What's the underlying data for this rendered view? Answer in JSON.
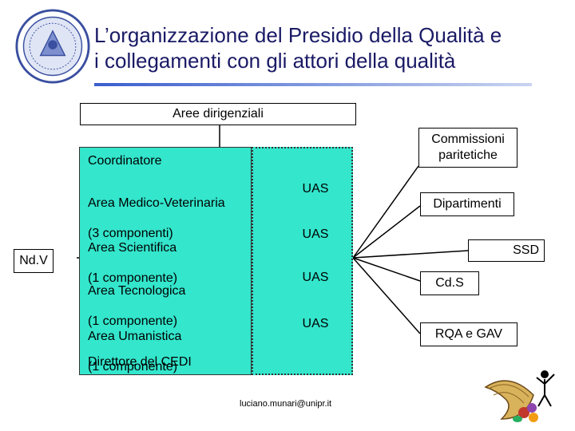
{
  "header": {
    "title_line1": "L’organizzazione del Presidio della Qualità e",
    "title_line2": "i collegamenti con gli attori della qualità"
  },
  "diagram": {
    "top_box": "Aree dirigenziali",
    "left_box": "Nd.V",
    "coordinator": "Coordinatore",
    "areas": [
      {
        "line1": "Area Medico-Veterinaria",
        "line2": "(3 componenti)",
        "uas": "UAS"
      },
      {
        "line1": "Area Scientifica",
        "line2": "(1 componente)",
        "uas": "UAS"
      },
      {
        "line1": "Area Tecnologica",
        "line2": "(1 componente)",
        "uas": "UAS"
      },
      {
        "line1": "Area Umanistica",
        "line2": "(1 componente)",
        "uas": "UAS"
      }
    ],
    "director": "Direttore del CEDI",
    "right_boxes": {
      "commissioni_line1": "Commissioni",
      "commissioni_line2": "paritetiche",
      "dipartimenti": "Dipartimenti",
      "ssd": "SSD",
      "cds": "Cd.S",
      "rqa": "RQA e GAV"
    }
  },
  "footer": {
    "email": "luciano.munari@unipr.it"
  },
  "colors": {
    "teal": "#33e6cc",
    "title": "#1a1a66",
    "rule": "#3a5fcd"
  },
  "icons": [
    "university-seal-icon",
    "cornucopia-icon"
  ]
}
